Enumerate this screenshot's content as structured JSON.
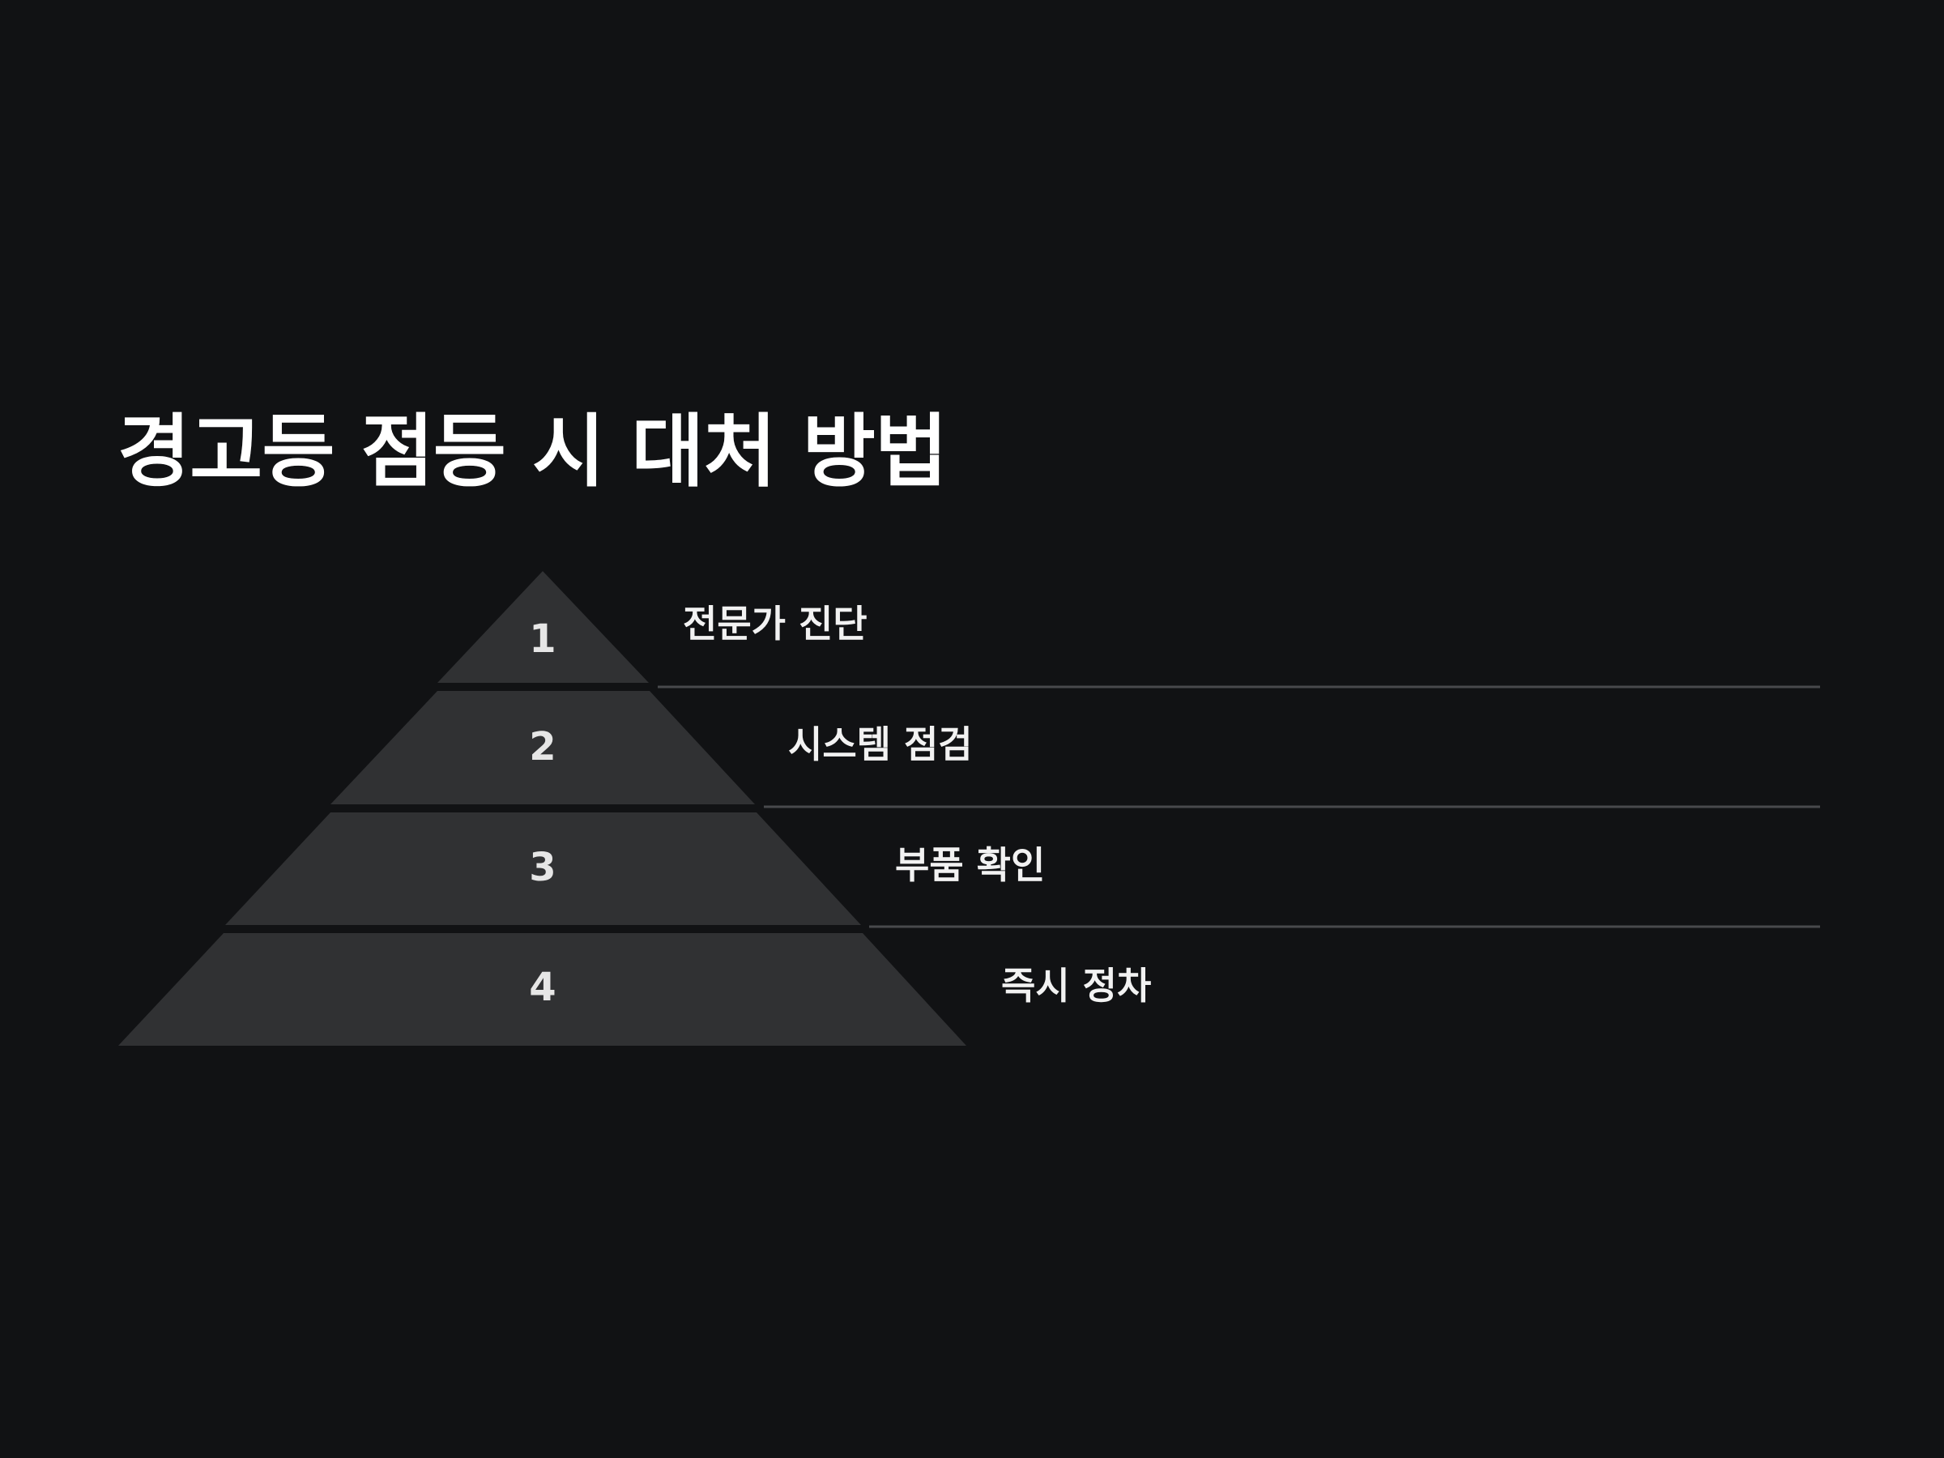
{
  "title": "경고등 점등 시 대처 방법",
  "colors": {
    "background": "#111214",
    "tier_fill": "#303133",
    "divider": "#48494c",
    "title_text": "#ffffff",
    "label_text": "#f2f2f2",
    "number_text": "#e6e6e6"
  },
  "levels": [
    {
      "number": "1",
      "label": "전문가 진단"
    },
    {
      "number": "2",
      "label": "시스템 점검"
    },
    {
      "number": "3",
      "label": "부품 확인"
    },
    {
      "number": "4",
      "label": "즉시 정차"
    }
  ]
}
